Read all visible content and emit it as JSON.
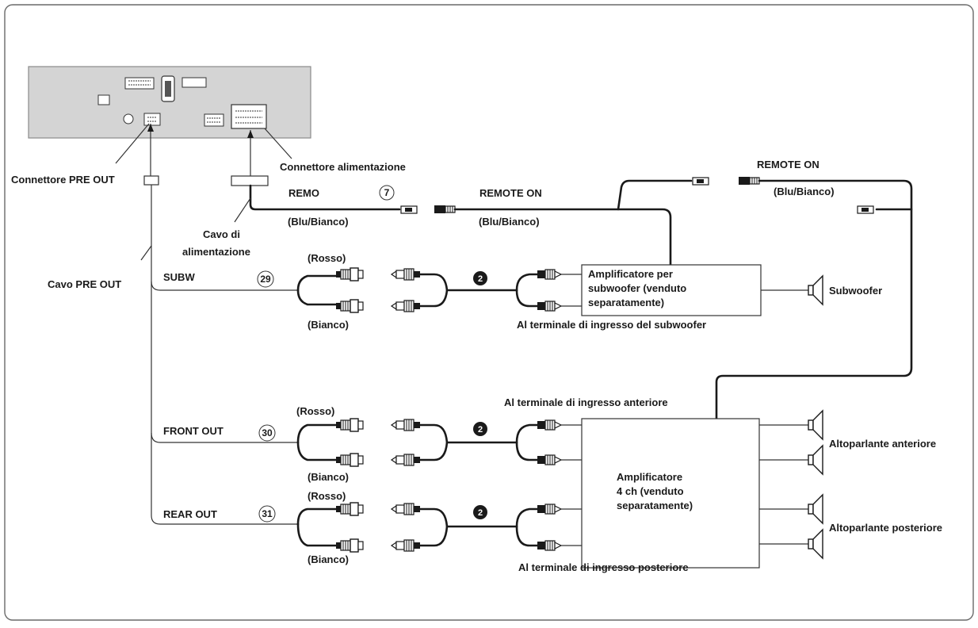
{
  "labels": {
    "pre_out_connector": "Connettore PRE OUT",
    "power_connector": "Connettore alimentazione",
    "power_cable_line1": "Cavo di",
    "power_cable_line2": "alimentazione",
    "pre_out_cable": "Cavo PRE OUT",
    "remo": "REMO",
    "remote_on_1": "REMOTE ON",
    "remote_on_2": "REMOTE ON",
    "blu_bianco_1": "(Blu/Bianco)",
    "blu_bianco_2": "(Blu/Bianco)",
    "blu_bianco_3": "(Blu/Bianco)",
    "subw": "SUBW",
    "front_out": "FRONT OUT",
    "rear_out": "REAR OUT",
    "rosso_1": "(Rosso)",
    "rosso_2": "(Rosso)",
    "rosso_3": "(Rosso)",
    "bianco_1": "(Bianco)",
    "bianco_2": "(Bianco)",
    "bianco_3": "(Bianco)",
    "sub_amp_line1": "Amplificatore per",
    "sub_amp_line2": "subwoofer (venduto",
    "sub_amp_line3": "separatamente)",
    "sub_input": "Al terminale di ingresso del subwoofer",
    "subwoofer": "Subwoofer",
    "front_input": "Al terminale di ingresso anteriore",
    "rear_input": "Al terminale di ingresso posteriore",
    "amp4_line1": "Amplificatore",
    "amp4_line2": "4 ch (venduto",
    "amp4_line3": "separatamente)",
    "front_speaker": "Altoparlante anteriore",
    "rear_speaker": "Altoparlante posteriore"
  },
  "refs": {
    "remo": "7",
    "subw": "29",
    "front": "30",
    "rear": "31",
    "rca_sub": "2",
    "rca_front": "2",
    "rca_rear": "2"
  }
}
